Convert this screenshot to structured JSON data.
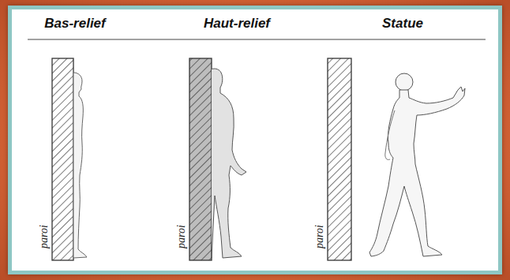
{
  "diagram": {
    "labels": [
      "Bas-relief",
      "Haut-relief",
      "Statue",
      "paroi",
      "paroi",
      "paroi"
    ]
  }
}
